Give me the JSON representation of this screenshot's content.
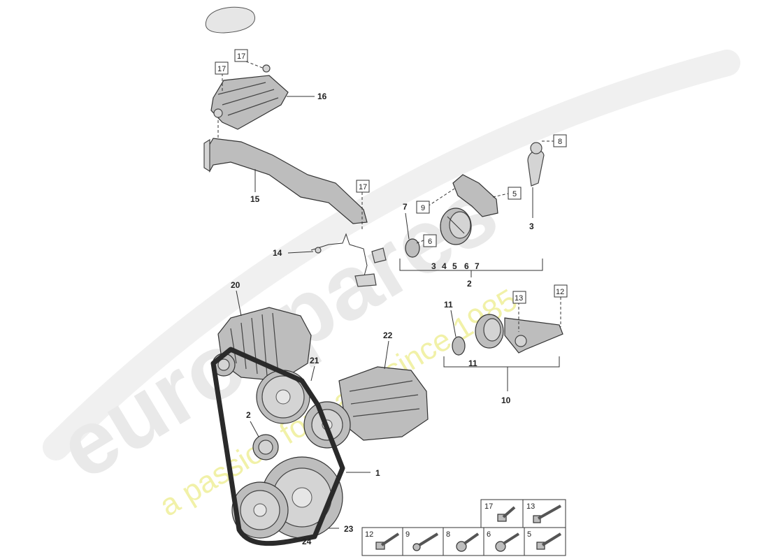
{
  "watermark": {
    "brand": "eurospares",
    "tagline": "a passion for parts since 1985"
  },
  "callouts": {
    "c1": "1",
    "c2a": "2",
    "c2b": "2",
    "c3a": "3",
    "c3b": "3",
    "c4": "4",
    "c5": "5",
    "c6": "6",
    "c7a": "7",
    "c7b": "7",
    "c10": "10",
    "c11a": "11",
    "c11b": "11",
    "c14": "14",
    "c15": "15",
    "c16": "16",
    "c20": "20",
    "c21": "21",
    "c22": "22",
    "c23": "23",
    "c24": "24"
  },
  "boxed_refs": {
    "b17a": "17",
    "b17b": "17",
    "b17c": "17",
    "b8": "8",
    "b5": "5",
    "b9": "9",
    "b6": "6",
    "b13": "13",
    "b12": "12"
  },
  "fastener_table": {
    "top_row": [
      "17",
      "13"
    ],
    "bottom_row": [
      "12",
      "9",
      "8",
      "6",
      "5"
    ]
  }
}
